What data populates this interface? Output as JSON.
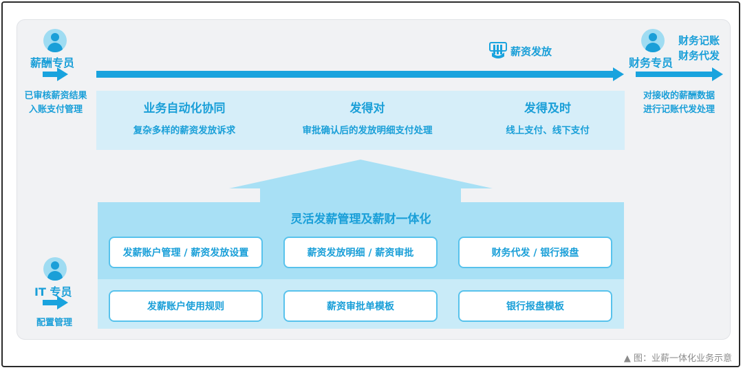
{
  "left_top": {
    "role": "薪酬专员",
    "desc_line1": "已审核薪资结果",
    "desc_line2": "入账支付管理"
  },
  "left_bottom": {
    "role": "IT 专员",
    "desc": "配置管理"
  },
  "right": {
    "role": "财务专员",
    "tasks_line1": "财务记账",
    "tasks_line2": "财务代发",
    "desc_line1": "对接收的薪酬数据",
    "desc_line2": "进行记账代发处理"
  },
  "flow": {
    "label": "薪资发放",
    "icon": "payment-hand-icon"
  },
  "benefits": [
    {
      "title": "业务自动化协同",
      "sub": "复杂多样的薪资发放诉求"
    },
    {
      "title": "发得对",
      "sub": "审批确认后的发放明细支付处理"
    },
    {
      "title": "发得及时",
      "sub": "线上支付、线下支付"
    }
  ],
  "platform": {
    "title": "灵活发薪管理及薪财一体化",
    "row1": [
      "发薪账户管理 / 薪资发放设置",
      "薪资发放明细 / 薪资审批",
      "财务代发 / 银行报盘"
    ],
    "row2": [
      "发薪账户使用规则",
      "薪资审批单模板",
      "银行报盘模板"
    ]
  },
  "caption": "▲ 图：业薪一体化业务示意",
  "colors": {
    "primary": "#19a3de",
    "band_light": "#d6eef9",
    "block": "#a8e0f5",
    "block_light": "#c9ebf8"
  }
}
